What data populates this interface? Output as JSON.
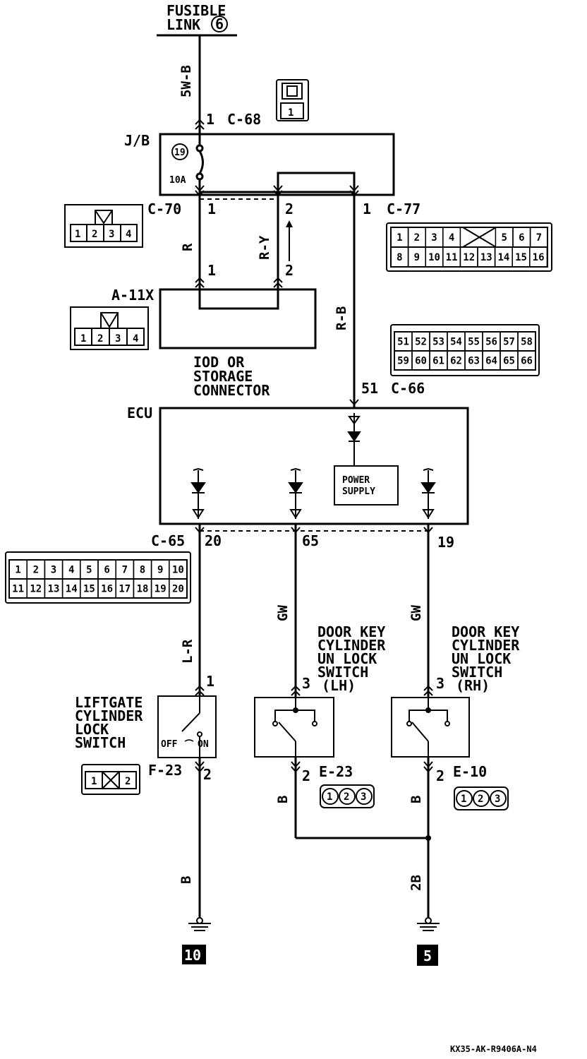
{
  "fusible_link": {
    "line1": "FUSIBLE",
    "line2": "LINK",
    "number": "6"
  },
  "wires": {
    "main_feed": "5W-B",
    "c70_pin1": "R",
    "c70_pin2": "R-Y",
    "c77_pin1": "R-B",
    "c65_pin20": "L-R",
    "c65_pin65": "GW",
    "c65_pin19": "GW",
    "liftgate_ground": "B",
    "lh_ground": "B",
    "rh_ground": "B",
    "junction_ground": "2B",
    "final_left_ground": "B"
  },
  "connectors": {
    "c68": {
      "name": "C-68",
      "pin": "1",
      "cells": [
        "1"
      ]
    },
    "c70": {
      "name": "C-70",
      "pin1": "1",
      "pin2": "2",
      "cells": [
        "1",
        "2",
        "3",
        "4"
      ]
    },
    "c77": {
      "name": "C-77",
      "pin": "1",
      "row1": [
        "1",
        "2",
        "3",
        "4",
        "5",
        "6",
        "7"
      ],
      "row2": [
        "8",
        "9",
        "10",
        "11",
        "12",
        "13",
        "14",
        "15",
        "16"
      ]
    },
    "a11x": {
      "name": "A-11X",
      "pin1": "1",
      "pin2": "2",
      "cells": [
        "1",
        "2",
        "3",
        "4"
      ]
    },
    "c66": {
      "name": "C-66",
      "pin": "51",
      "row1": [
        "51",
        "52",
        "53",
        "54",
        "55",
        "56",
        "57",
        "58"
      ],
      "row2": [
        "59",
        "60",
        "61",
        "62",
        "63",
        "64",
        "65",
        "66"
      ]
    },
    "c65": {
      "name": "C-65",
      "pin_a": "20",
      "pin_b": "65",
      "pin_c": "19",
      "row1": [
        "1",
        "2",
        "3",
        "4",
        "5",
        "6",
        "7",
        "8",
        "9",
        "10"
      ],
      "row2": [
        "11",
        "12",
        "13",
        "14",
        "15",
        "16",
        "17",
        "18",
        "19",
        "20"
      ]
    },
    "f23": {
      "name": "F-23",
      "pin_top": "1",
      "pin_bottom": "2",
      "cells": [
        "1",
        "2"
      ]
    },
    "e23": {
      "name": "E-23",
      "pin_top": "3",
      "pin_bottom": "2",
      "cells": [
        "1",
        "2",
        "3"
      ]
    },
    "e10": {
      "name": "E-10",
      "pin_top": "3",
      "pin_bottom": "2",
      "cells": [
        "1",
        "2",
        "3"
      ]
    }
  },
  "jb": {
    "label": "J/B",
    "fuse_number": "19",
    "fuse_rating": "10A"
  },
  "iod": {
    "line1": "IOD OR",
    "line2": "STORAGE",
    "line3": "CONNECTOR"
  },
  "ecu": {
    "label": "ECU",
    "power_line1": "POWER",
    "power_line2": "SUPPLY"
  },
  "liftgate_switch": {
    "line1": "LIFTGATE",
    "line2": "CYLINDER",
    "line3": "LOCK",
    "line4": "SWITCH",
    "off": "OFF",
    "on": "ON"
  },
  "lh_switch": {
    "line1": "DOOR KEY",
    "line2": "CYLINDER",
    "line3": "UN LOCK",
    "line4": "SWITCH",
    "line5": "(LH)"
  },
  "rh_switch": {
    "line1": "DOOR KEY",
    "line2": "CYLINDER",
    "line3": "UN LOCK",
    "line4": "SWITCH",
    "line5": "(RH)"
  },
  "grounds": {
    "left": "10",
    "right": "5"
  },
  "footer_code": "KX35-AK-R9406A-N4"
}
